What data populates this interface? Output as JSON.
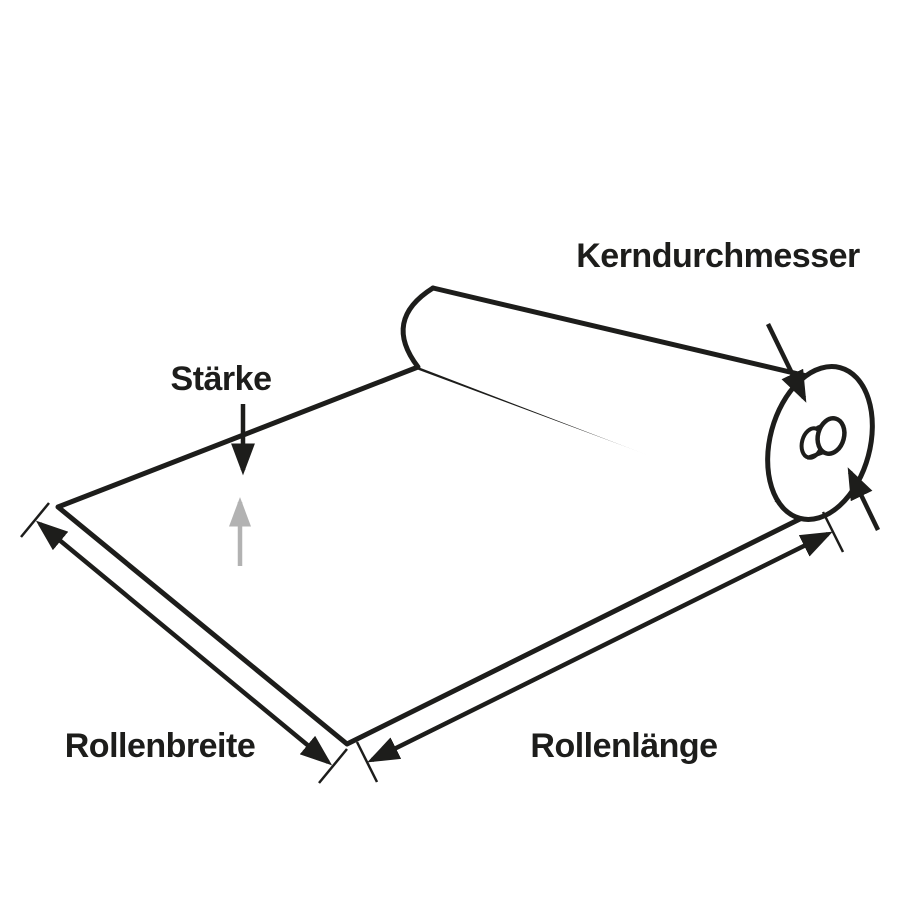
{
  "title": "Roll dimension diagram",
  "colors": {
    "ink": "#1d1d1b",
    "gray": "#b2b2b2",
    "background": "#ffffff"
  },
  "labels": {
    "kerndurchmesser": "Kerndurchmesser",
    "staerke": "Stärke",
    "rollenbreite": "Rollenbreite",
    "rollenlaenge": "Rollenlänge"
  }
}
